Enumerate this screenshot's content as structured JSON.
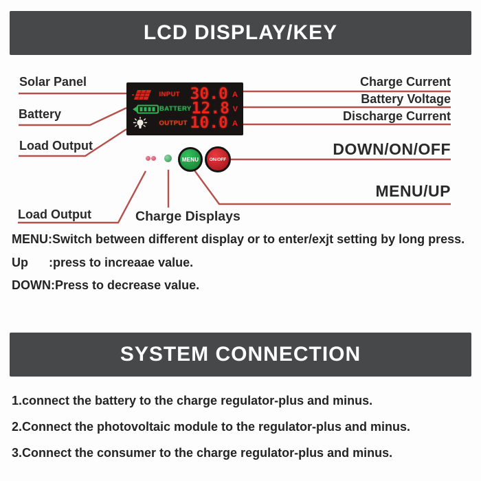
{
  "banners": {
    "lcd_title": "LCD DISPLAY/KEY",
    "system_title": "SYSTEM CONNECTION"
  },
  "diagram": {
    "left_labels": [
      "Solar Panel",
      "Battery",
      "Load Output",
      "Load Output"
    ],
    "right_labels": [
      "Charge Current",
      "Battery Voltage",
      "Discharge Current"
    ],
    "down_on_off_label": "DOWN/ON/OFF",
    "menu_up_label": "MENU/UP",
    "charge_displays_label": "Charge Displays",
    "lcd": {
      "rows": [
        {
          "icon": "solar-panel-icon",
          "label": "INPUT",
          "value": "30.0",
          "unit": "A"
        },
        {
          "icon": "battery-icon",
          "label": "BATTERY",
          "value": "12.8",
          "unit": "V"
        },
        {
          "icon": "lamp-icon",
          "label": "OUTPUT",
          "value": "10.0",
          "unit": "A"
        }
      ]
    },
    "buttons": {
      "menu": "MENU",
      "on_off": "ON/OFF"
    }
  },
  "key_instructions": [
    "MENU:Switch between different display or to enter/exjt setting by long press.",
    "Up      :press to increaae value.",
    "DOWN:Press to decrease value."
  ],
  "connection_steps": [
    "1.connect the battery to the charge regulator-plus and minus.",
    "2.Connect the photovoltaic module to the regulator-plus and minus.",
    "3.Connect the consumer to the charge regulator-plus and minus."
  ],
  "colors": {
    "banner_bg": "#47484a",
    "connector_red": "#b6504c",
    "lcd_red": "#e8261c",
    "lcd_green": "#35b054",
    "menu_key_green": "#1f9e3e",
    "onoff_key_red": "#cf1f24"
  }
}
